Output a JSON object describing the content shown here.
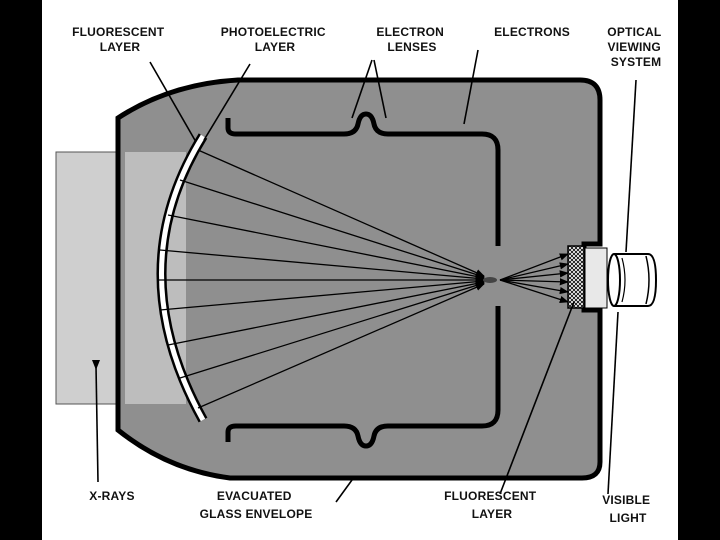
{
  "labels": {
    "fluorescent_layer_top": [
      "FLUORESCENT",
      "LAYER"
    ],
    "photoelectric_layer": [
      "PHOTOELECTRIC",
      "LAYER"
    ],
    "electron_lenses": [
      "ELECTRON",
      "LENSES"
    ],
    "electrons": [
      "ELECTRONS"
    ],
    "optical_viewing_system": [
      "OPTICAL",
      "VIEWING",
      "SYSTEM"
    ],
    "x_rays": [
      "X-RAYS"
    ],
    "evacuated_glass_envelope": [
      "EVACUATED",
      "GLASS ENVELOPE"
    ],
    "fluorescent_layer_bottom": [
      "FLUORESCENT",
      "LAYER"
    ],
    "visible_light": [
      "VISIBLE",
      "LIGHT"
    ]
  },
  "colors": {
    "background": "#000000",
    "panel": "#ffffff",
    "envelope_fill": "#8f8f8f",
    "xray_source": "#cfcfcf",
    "window": "#e8e8e8",
    "ink": "#111111"
  }
}
